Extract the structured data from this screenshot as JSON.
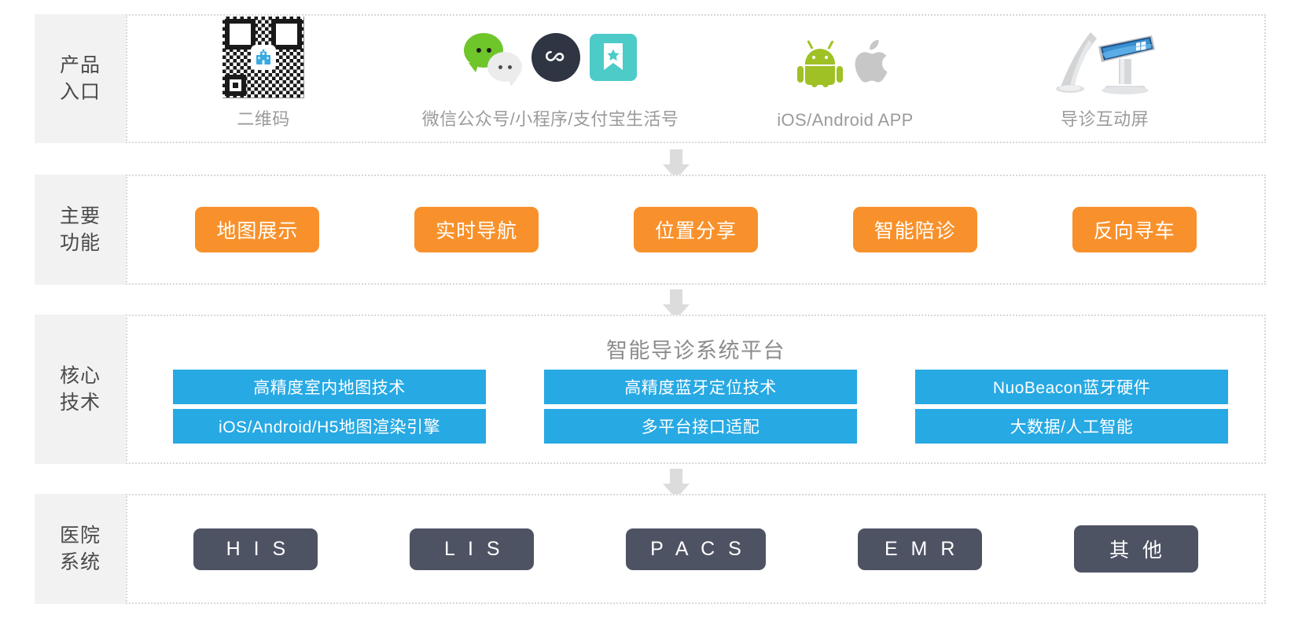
{
  "rows": [
    {
      "label_lines": [
        "产品",
        "入口"
      ],
      "entries": [
        {
          "caption": "二维码",
          "icon": "qr-code-icon"
        },
        {
          "caption": "微信公众号/小程序/支付宝生活号",
          "icon": "wechat-miniprogram-alipay-icons"
        },
        {
          "caption": "iOS/Android APP",
          "icon": "android-apple-icons"
        },
        {
          "caption": "导诊互动屏",
          "icon": "kiosk-icon"
        }
      ]
    },
    {
      "label_lines": [
        "主要",
        "功能"
      ],
      "buttons": [
        "地图展示",
        "实时导航",
        "位置分享",
        "智能陪诊",
        "反向寻车"
      ]
    },
    {
      "label_lines": [
        "核心",
        "技术"
      ],
      "title": "智能导诊系统平台",
      "columns": [
        [
          "高精度室内地图技术",
          "iOS/Android/H5地图渲染引擎"
        ],
        [
          "高精度蓝牙定位技术",
          "多平台接口适配"
        ],
        [
          "NuoBeacon蓝牙硬件",
          "大数据/人工智能"
        ]
      ]
    },
    {
      "label_lines": [
        "医院",
        "系统"
      ],
      "buttons": [
        "H I S",
        "L I S",
        "P A C S",
        "E M R",
        "其 他"
      ]
    }
  ],
  "colors": {
    "label_bg": "#f2f2f2",
    "label_text": "#4a4a4a",
    "panel_border": "#d8d8d8",
    "orange": "#f8912b",
    "blue": "#27a9e3",
    "dark": "#4e5364",
    "arrow": "#dcdcdc",
    "caption_text": "#9b9b9b",
    "wechat_green": "#6fc62b",
    "miniprogram_dark": "#2f3542",
    "alipay_teal": "#4dcbc9",
    "android_green": "#9fc125",
    "apple_grey": "#c7c7c7"
  },
  "arrows": [
    {
      "name": "arrow-entry-to-function"
    },
    {
      "name": "arrow-function-to-technology"
    },
    {
      "name": "arrow-technology-to-hospital"
    }
  ]
}
